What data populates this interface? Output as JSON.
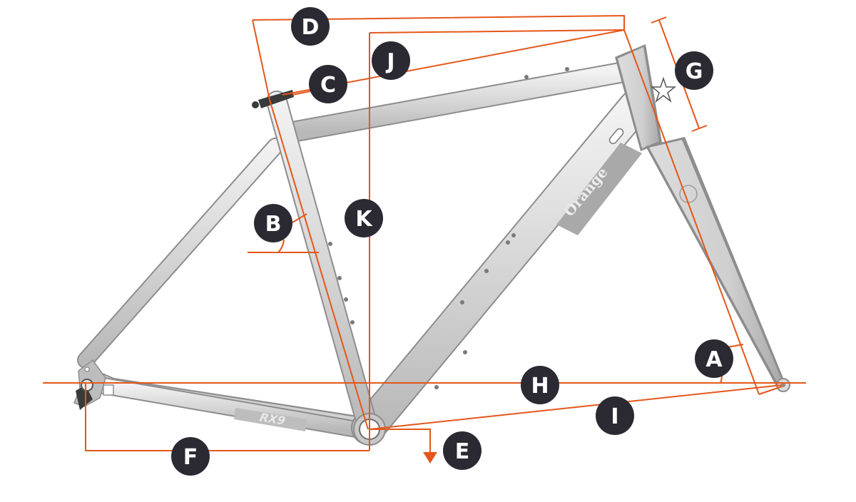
{
  "colors": {
    "measurement_line": "#e4571a",
    "badge": "#2b2a33",
    "badge_text": "#ffffff",
    "frame_light": "#e6e6e6",
    "frame_mid": "#c8c8c8",
    "frame_dark": "#9a9a9a",
    "frame_outline": "#8d8d8d"
  },
  "frame": {
    "brand_logo": "Orange",
    "model_decal": "RX9"
  },
  "dimension_labels": {
    "A": "A",
    "B": "B",
    "C": "C",
    "D": "D",
    "E": "E",
    "F": "F",
    "G": "G",
    "H": "H",
    "I": "I",
    "J": "J",
    "K": "K"
  }
}
